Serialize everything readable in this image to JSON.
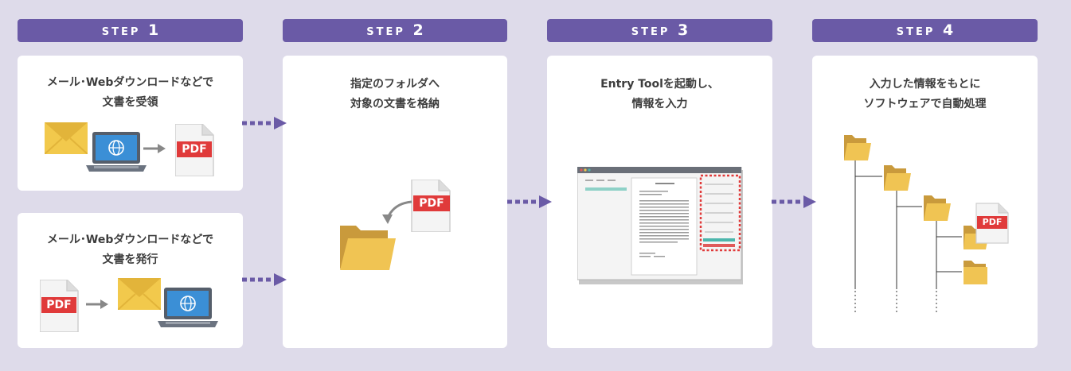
{
  "steps": [
    {
      "label": "STEP",
      "number": "1"
    },
    {
      "label": "STEP",
      "number": "2"
    },
    {
      "label": "STEP",
      "number": "3"
    },
    {
      "label": "STEP",
      "number": "4"
    }
  ],
  "step1": {
    "card_a": {
      "line1": "メール･Webダウンロードなどで",
      "line2": "文書を受領"
    },
    "card_b": {
      "line1": "メール･Webダウンロードなどで",
      "line2": "文書を発行"
    }
  },
  "step2": {
    "line1": "指定のフォルダへ",
    "line2": "対象の文書を格納"
  },
  "step3": {
    "line1": "Entry Toolを起動し、",
    "line2": "情報を入力"
  },
  "step4": {
    "line1": "入力した情報をもとに",
    "line2": "ソフトウェアで自動処理"
  },
  "pdf_label": "PDF",
  "colors": {
    "accent": "#6a5aa6",
    "envelope": "#f2c94c",
    "folder": "#f0c453",
    "pdf_red": "#e03a3a",
    "laptop_screen": "#3b8fd6",
    "teal": "#4db6ac"
  }
}
